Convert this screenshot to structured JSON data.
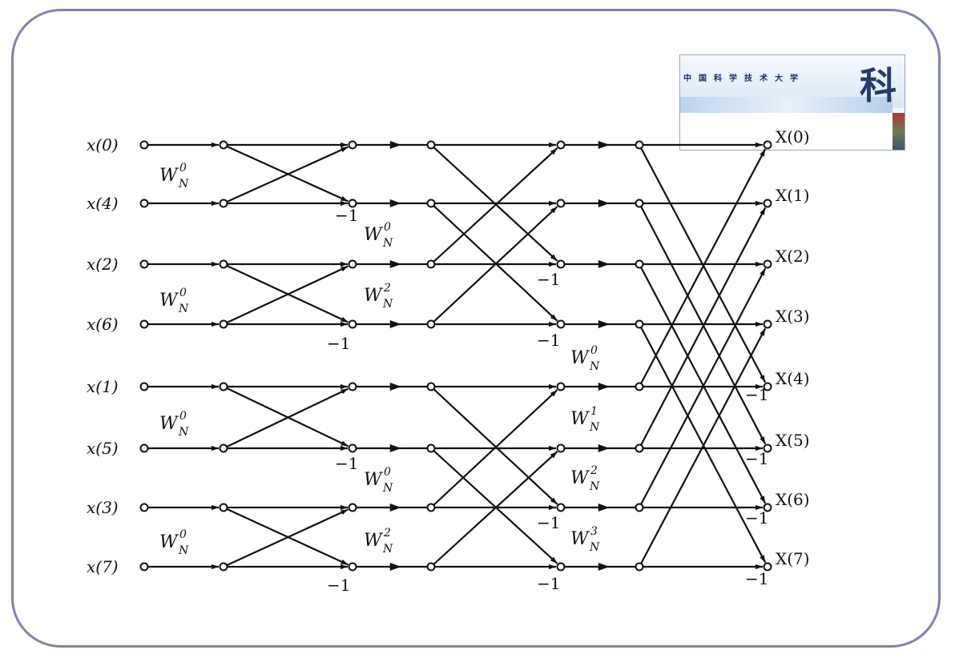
{
  "badge": {
    "title": "中国科学技术大学",
    "glyph": "科"
  },
  "inputs": [
    "x(0)",
    "x(4)",
    "x(2)",
    "x(6)",
    "x(1)",
    "x(5)",
    "x(3)",
    "x(7)"
  ],
  "outputs": [
    "X(0)",
    "X(1)",
    "X(2)",
    "X(3)",
    "X(4)",
    "X(5)",
    "X(6)",
    "X(7)"
  ],
  "twiddle_base": "W",
  "twiddle_sub": "N",
  "minus_one": "−1",
  "stage1": {
    "exponents": [
      "0",
      "0",
      "0",
      "0"
    ]
  },
  "stage2": {
    "exponents": [
      "0",
      "2",
      "0",
      "2"
    ]
  },
  "stage3": {
    "exponents": [
      "0",
      "1",
      "2",
      "3"
    ]
  }
}
